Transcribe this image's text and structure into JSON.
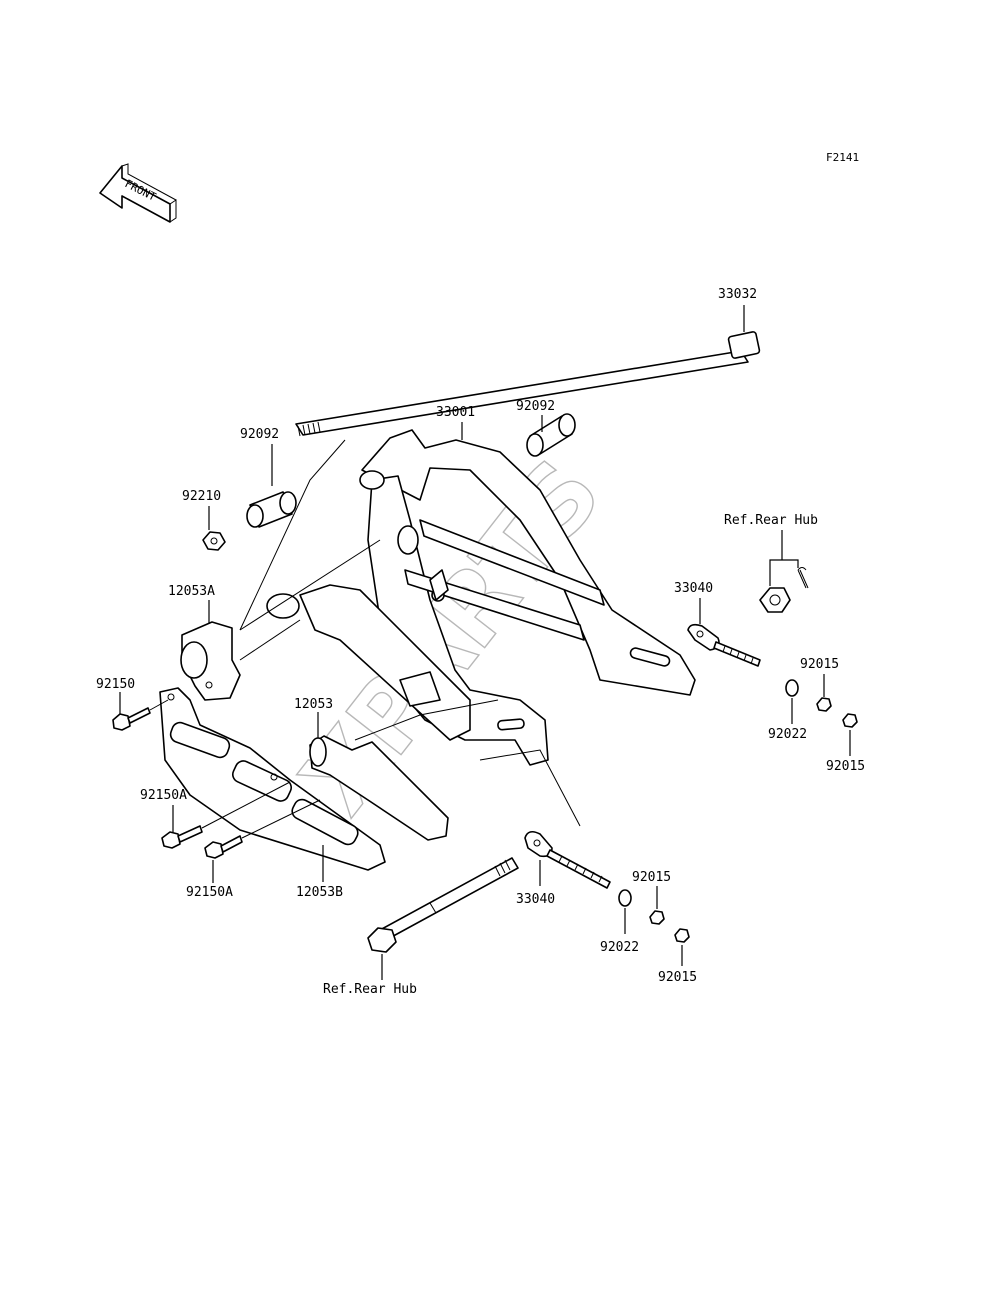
{
  "figure_code": "F2141",
  "front_label": "FRONT",
  "watermark": "XPARTS",
  "labels": {
    "p33032": "33032",
    "p92092_right": "92092",
    "p33001": "33001",
    "p92092_left": "92092",
    "p92210": "92210",
    "ref_rear_hub_top": "Ref.Rear Hub",
    "p33040_top": "33040",
    "p12053A": "12053A",
    "p92015_a": "92015",
    "p92150": "92150",
    "p12053": "12053",
    "p92022_top": "92022",
    "p92015_b": "92015",
    "p92150A_a": "92150A",
    "p92150A_b": "92150A",
    "p12053B": "12053B",
    "p33040_bottom": "33040",
    "p92015_c": "92015",
    "p92022_bottom": "92022",
    "p92015_d": "92015",
    "ref_rear_hub_bottom": "Ref.Rear Hub"
  }
}
